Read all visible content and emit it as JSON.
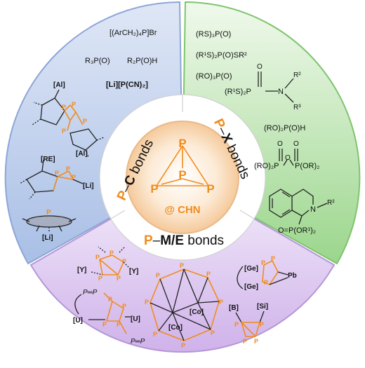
{
  "colors": {
    "pc_sector": "#a9bfe6",
    "px_sector": "#9bd68c",
    "pm_sector": "#d9c3ee",
    "phosphorus": "#f08c1e",
    "center": "#fbe2c4"
  },
  "center": {
    "p_atom": "P",
    "caption": "@ CHN"
  },
  "sectors": {
    "pc": {
      "title_part1": "P",
      "title_part2": "–",
      "title_part3": "C",
      "title_part4": " bonds",
      "formulas": {
        "f1": "[(ArCH₂)₄P]Br",
        "f2": "R₃P(O)",
        "f3": "R₂P(O)H",
        "f4": "[Li][P(CN)₂]"
      },
      "labels": {
        "al_top": "[Al]",
        "al_bottom": "[Al]",
        "re": "[RE]",
        "li_1": "[Li]",
        "li_2": "[Li]"
      }
    },
    "px": {
      "title_part1": "P",
      "title_part2": "–",
      "title_part3": "X",
      "title_part4": " bonds",
      "formulas": {
        "f1": "(RS)₃P(O)",
        "f2": "(R¹S)₂P(O)SR²",
        "f3": "(RO)₃P(O)",
        "f4": "(R¹S)₂P",
        "f5": "(RO)₂P(O)H",
        "f6_left": "(RO)₂P",
        "f6_right": "P(OR)₂",
        "f7": "O=P(OR¹)₂"
      },
      "labels": {
        "n1": "N",
        "r2_a": "R²",
        "r3": "R³",
        "o_a": "O",
        "o_b": "O",
        "o_c": "O",
        "o_d": "O",
        "n2": "N",
        "r2_b": "R²"
      }
    },
    "pm": {
      "title_part1": "P",
      "title_part2": "–",
      "title_part3": "M/E",
      "title_part4": " bonds",
      "labels": {
        "y1": "[Y]",
        "y2": "[Y]",
        "u1": "[U]",
        "u2": "[U]",
        "pe1": "P═P",
        "pe2": "P═P",
        "co1": "[Co]",
        "co2": "[Co]",
        "ge1": "[Ge]",
        "ge2": "[Ge]",
        "pb": "Pb",
        "b": "[B]",
        "si": "[Si]"
      }
    }
  }
}
